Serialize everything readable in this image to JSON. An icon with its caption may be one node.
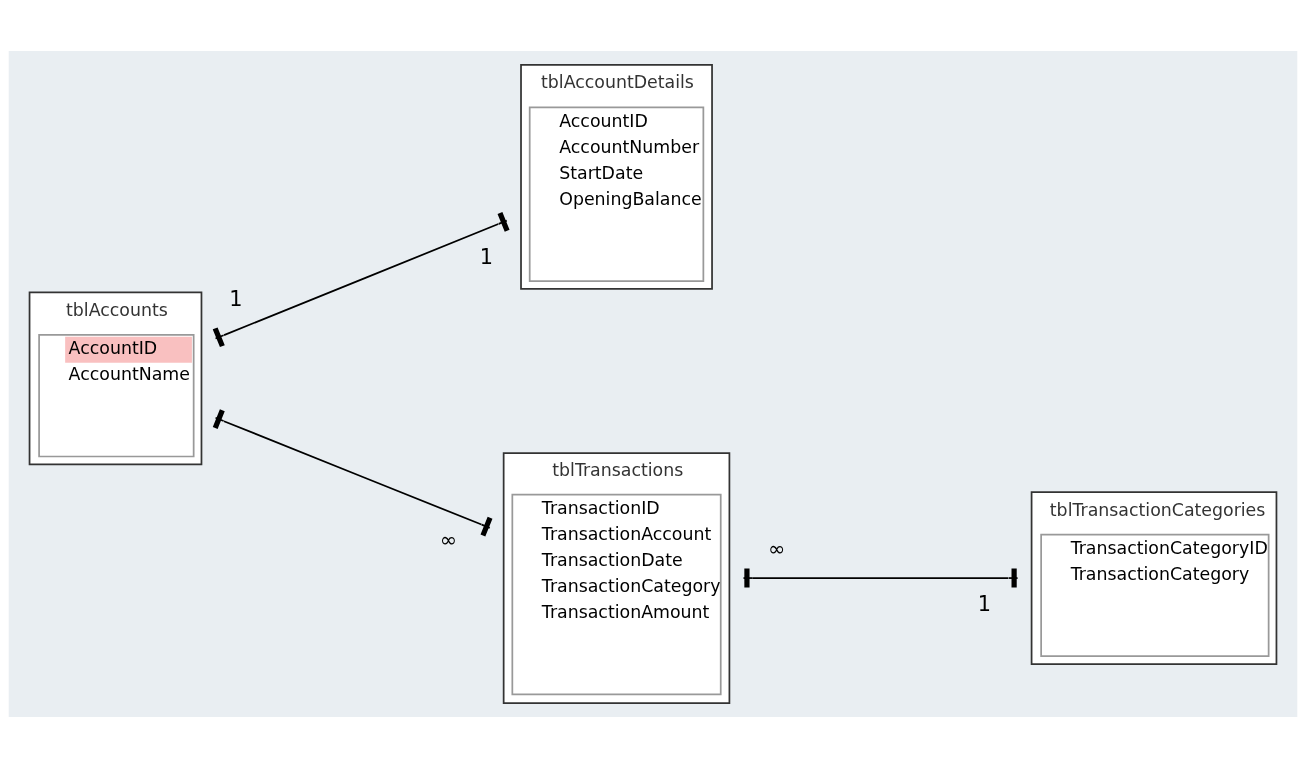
{
  "diagram": {
    "nodes": [
      {
        "text": [
          "tblAccountDetails",
          "AccountID",
          "AccountNumber",
          "StartDate",
          "OpeningBalance"
        ]
      },
      {
        "text": [
          "tblAccounts",
          "AccountID",
          "AccountName"
        ]
      },
      {
        "text": [
          "tblTransactionCategories",
          "TransactionCategoryID",
          "TransactionCategory"
        ]
      },
      {
        "text": [
          "tblTransactions",
          "TransactionID",
          "TransactionAccount",
          "TransactionDate",
          "TransactionCategory",
          "TransactionAmount"
        ]
      }
    ],
    "edges": [
      {
        "from": 1,
        "to": 0,
        "arrow": "other"
      },
      {
        "from": 1,
        "to": 3,
        "arrow": "other"
      },
      {
        "from": 3,
        "to": 2,
        "arrow": "other"
      }
    ],
    "labels": [
      "1",
      "1",
      "1",
      "∞",
      "∞"
    ]
  }
}
